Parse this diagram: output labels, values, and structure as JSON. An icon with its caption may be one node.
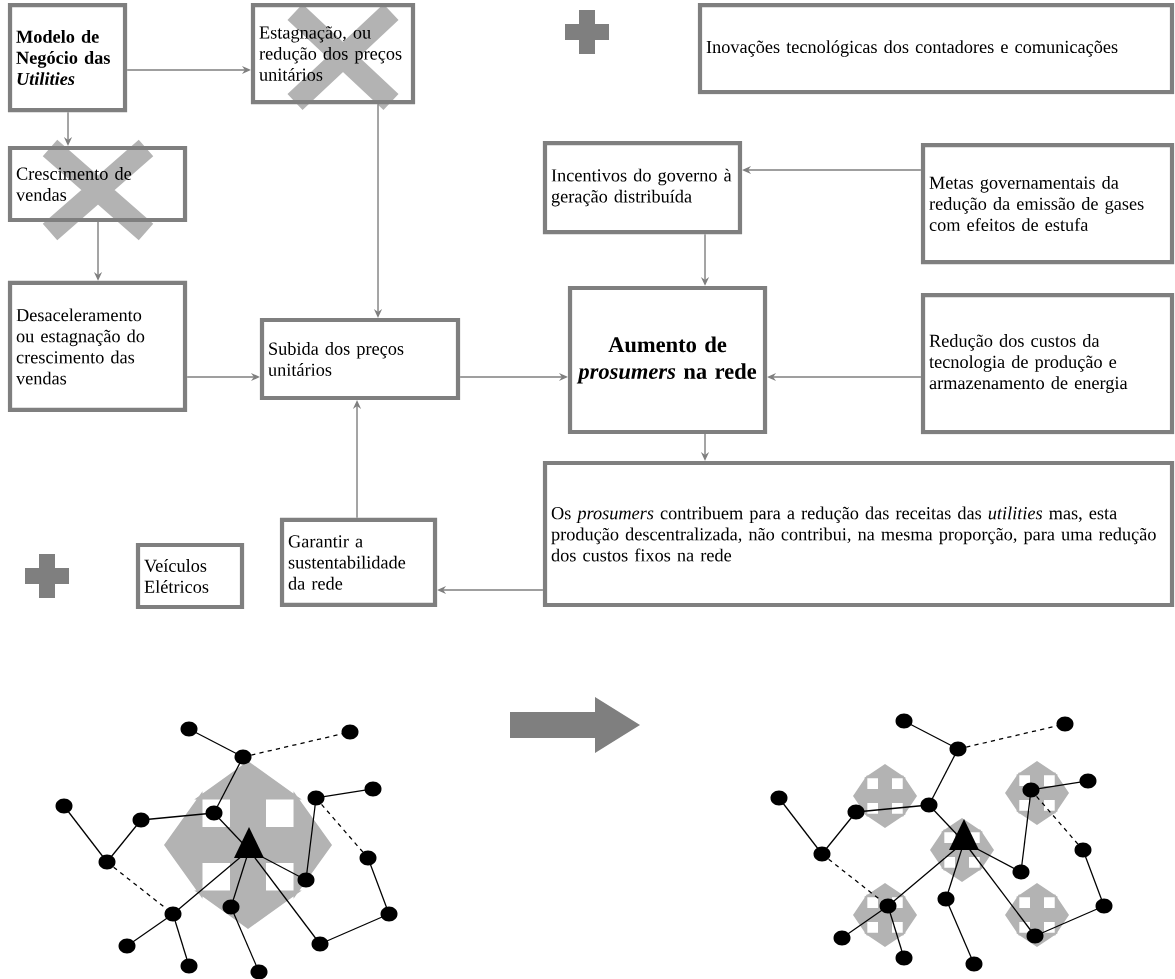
{
  "diagram": {
    "nodes": [
      {
        "text": [
          "Modelo de Negócio das *Utilities*"
        ]
      },
      {
        "text": [
          "Estagnação, ou redução dos preços unitários"
        ]
      },
      {
        "text": [
          "Inovações tecnológicas dos contadores e comunicações"
        ]
      },
      {
        "text": [
          "Crescimento de vendas"
        ]
      },
      {
        "text": [
          "Incentivos do governo à geração distribuída"
        ]
      },
      {
        "text": [
          "Metas governamentais da redução da emissão de gases com efeitos de estufa"
        ]
      },
      {
        "text": [
          "Desaceleramento ou estagnação do crescimento das vendas"
        ]
      },
      {
        "text": [
          "Subida dos preços unitários"
        ]
      },
      {
        "text": [
          "Aumento de *prosumers* na rede"
        ]
      },
      {
        "text": [
          "Redução dos custos da tecnologia de produção e armazenamento de energia"
        ]
      },
      {
        "text": [
          "Garantir a sustentabilidade da rede"
        ]
      },
      {
        "text": [
          "Os *prosumers* contribuem para a redução das receitas das *utilities* mas, esta produção descentralizada, não contribui, na mesma proporção, para uma redução dos custos fixos na rede"
        ]
      },
      {
        "text": [
          "Veículos Elétricos"
        ]
      }
    ],
    "edges": [
      {
        "from": 0,
        "to": 1,
        "arrow": "to"
      },
      {
        "from": 0,
        "to": 3,
        "arrow": "to"
      },
      {
        "from": 3,
        "to": 6,
        "arrow": "to"
      },
      {
        "from": 1,
        "to": 7,
        "arrow": "to"
      },
      {
        "from": 6,
        "to": 7,
        "arrow": "to"
      },
      {
        "from": 7,
        "to": 8,
        "arrow": "to"
      },
      {
        "from": 5,
        "to": 4,
        "arrow": "to"
      },
      {
        "from": 4,
        "to": 8,
        "arrow": "to"
      },
      {
        "from": 9,
        "to": 8,
        "arrow": "to"
      },
      {
        "from": 8,
        "to": 11,
        "arrow": "to"
      },
      {
        "from": 11,
        "to": 10,
        "arrow": "to"
      },
      {
        "from": 10,
        "to": 7,
        "arrow": "to"
      }
    ]
  }
}
